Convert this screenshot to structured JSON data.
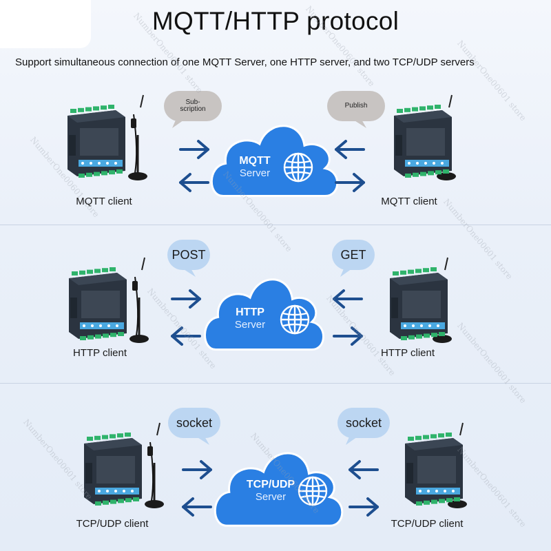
{
  "title": "MQTT/HTTP protocol",
  "subtitle": "Support simultaneous connection of one MQTT Server, one HTTP server, and two TCP/UDP servers",
  "sections": [
    {
      "cloud": {
        "line1": "MQTT",
        "line2": "Server"
      },
      "bubble_left": "Sub-\nscription",
      "bubble_right": "Publish",
      "client_left": "MQTT client",
      "client_right": "MQTT client"
    },
    {
      "cloud": {
        "line1": "HTTP",
        "line2": "Server"
      },
      "bubble_left": "POST",
      "bubble_right": "GET",
      "client_left": "HTTP client",
      "client_right": "HTTP client"
    },
    {
      "cloud": {
        "line1": "TCP/UDP",
        "line2": "Server"
      },
      "bubble_left": "socket",
      "bubble_right": "socket",
      "client_left": "TCP/UDP client",
      "client_right": "TCP/UDP client"
    }
  ],
  "watermark": "NumberOne00601 store",
  "colors": {
    "cloud": "#2a7fe3",
    "cloud_edge": "#1e6fd6",
    "arrow": "#1d4e8f",
    "device": "#2b3440",
    "terminal": "#2fb36b",
    "gray_bubble": "#c8c4c2",
    "blue_bubble": "#bcd6f2"
  },
  "icons": [
    "globe-icon",
    "arrow-right-icon",
    "arrow-left-icon",
    "antenna-icon",
    "gateway-device-icon"
  ]
}
